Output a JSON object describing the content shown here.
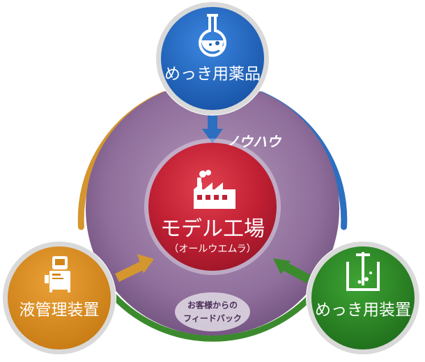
{
  "center": {
    "title": "モデル工場",
    "subtitle": "（オールウエムラ）"
  },
  "nodes": {
    "top": {
      "label": "めっき用薬品",
      "icon": "flask-icon"
    },
    "left": {
      "label": "液管理装置",
      "icon": "analyzer-machine-icon"
    },
    "right": {
      "label": "めっき用装置",
      "icon": "plating-tank-icon"
    }
  },
  "ring_label": "ノウハウ",
  "feedback": {
    "line1": "お客様からの",
    "line2": "フィードバック"
  },
  "colors": {
    "outer_ring": "#8e6a98",
    "center": "#c42035",
    "top": "#1f63b8",
    "left": "#d2861a",
    "right": "#2d8a27",
    "arc_orange": "#d4962e",
    "arc_blue": "#2c6fc0",
    "arc_green": "#3b8a2d"
  }
}
